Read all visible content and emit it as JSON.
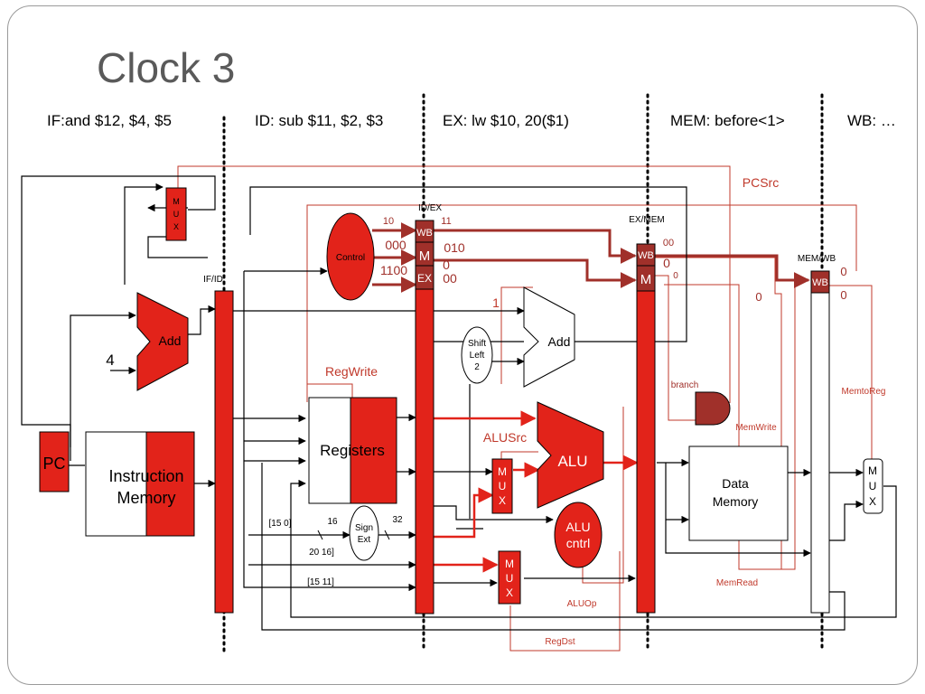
{
  "slide": {
    "title": "Clock 3"
  },
  "stages": {
    "if": "IF:and $12, $4, $5",
    "id": "ID: sub $11, $2, $3",
    "ex": "EX: lw $10, 20($1)",
    "mem": "MEM: before<1>",
    "wb": "WB: …"
  },
  "registers": {
    "if_id": "IF/ID",
    "id_ex": "ID/EX",
    "ex_mem": "EX/MEM",
    "mem_wb": "MEM/WB",
    "wb": "WB",
    "m": "M",
    "ex": "EX"
  },
  "blocks": {
    "pc": "PC",
    "instr_mem_1": "Instruction",
    "instr_mem_2": "Memory",
    "registers": "Registers",
    "add": "Add",
    "add2": "Add",
    "four": "4",
    "control": "Control",
    "shift_1": "Shift",
    "shift_2": "Left",
    "shift_3": "2",
    "alu": "ALU",
    "alu_ctrl_1": "ALU",
    "alu_ctrl_2": "cntrl",
    "data_mem_1": "Data",
    "data_mem_2": "Memory",
    "sign_1": "Sign",
    "sign_2": "Ext",
    "mux_m": "M",
    "mux_u": "U",
    "mux_x": "X"
  },
  "signals": {
    "pcsrc": "PCSrc",
    "regwrite": "RegWrite",
    "alusrc": "ALUSrc",
    "branch": "branch",
    "memwrite": "MemWrite",
    "memtoreg": "MemtoReg",
    "memread": "MemRead",
    "aluop": "ALUOp",
    "regdst": "RegDst"
  },
  "values": {
    "ctrl_wb": "10",
    "ctrl_m": "000",
    "ctrl_ex": "1100",
    "idex_wb": "11",
    "idex_m": "010",
    "idex_m2": "0",
    "idex_ex": "00",
    "exmem_wb": "00",
    "exmem_m": "0",
    "exmem_m2": "0",
    "memwb_wb": "0",
    "memwb_wb2": "0",
    "branch_out": "0",
    "one": "1",
    "bit_15_0": "[15  0]",
    "bit_16": "16",
    "bit_32": "32",
    "bit_20_16": "20  16]",
    "bit_15_11": "[15  11]"
  }
}
